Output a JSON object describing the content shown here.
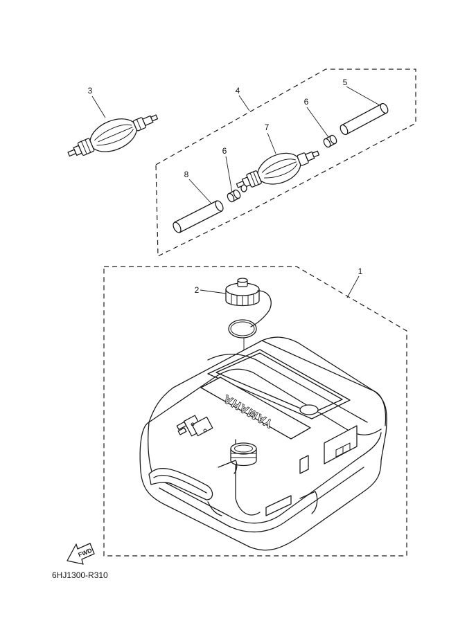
{
  "diagram": {
    "drawing_code": "6HJ1300-R310",
    "direction_label": "FWD",
    "brand_mark": "YAMAHA",
    "callouts": [
      {
        "id": "c1",
        "label": "1"
      },
      {
        "id": "c2",
        "label": "2"
      },
      {
        "id": "c3",
        "label": "3"
      },
      {
        "id": "c4",
        "label": "4"
      },
      {
        "id": "c5",
        "label": "5"
      },
      {
        "id": "c6a",
        "label": "6"
      },
      {
        "id": "c6b",
        "label": "6"
      },
      {
        "id": "c7",
        "label": "7"
      },
      {
        "id": "c8",
        "label": "8"
      }
    ]
  }
}
